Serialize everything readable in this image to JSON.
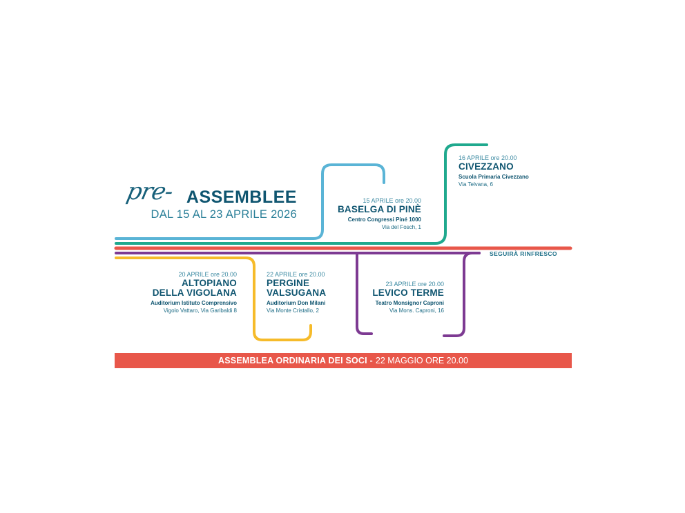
{
  "header": {
    "script_prefix": "pre-",
    "title": "ASSEMBLEE",
    "subtitle": "DAL 15 AL 23 APRILE 2026"
  },
  "colors": {
    "blue": "#5ab4d6",
    "teal": "#1fa98e",
    "red": "#e8574a",
    "purple": "#7d3a92",
    "yellow": "#f6bb2a",
    "text": "#0f5570"
  },
  "events": [
    {
      "when": "15 APRILE ore 20.00",
      "city": "BASELGA DI PINÈ",
      "venue": "Centro Congressi Piné 1000",
      "address": "Via del Fosch, 1"
    },
    {
      "when": "16 APRILE ore 20.00",
      "city": "CIVEZZANO",
      "venue": "Scuola Primaria Civezzano",
      "address": "Via Telvana, 6"
    },
    {
      "when": "20 APRILE ore 20.00",
      "city_line1": "ALTOPIANO",
      "city_line2": "DELLA VIGOLANA",
      "venue": "Auditorium Istituto Comprensivo",
      "address": "Vigolo Vattaro, Via Garibaldi 8"
    },
    {
      "when": "22 APRILE ore 20.00",
      "city_line1": "PERGINE",
      "city_line2": "VALSUGANA",
      "venue": "Auditorium Don Milani",
      "address": "Via Monte Cristallo, 2"
    },
    {
      "when": "23 APRILE ore 20.00",
      "city": "LEVICO TERME",
      "venue": "Teatro Monsignor Caproni",
      "address": "Via Mons. Caproni, 16"
    }
  ],
  "note": "SEGUIRÀ RINFRESCO",
  "banner": {
    "bold": "ASSEMBLEA ORDINARIA DEI SOCI -",
    "regular": "22 MAGGIO ORE 20.00"
  }
}
